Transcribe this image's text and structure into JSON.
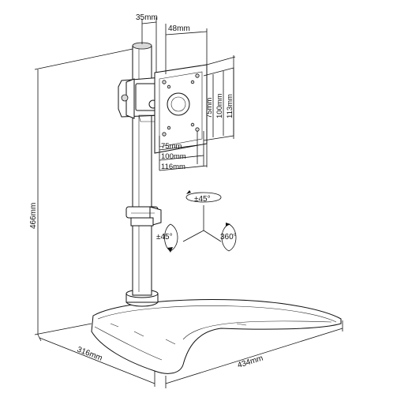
{
  "dimensions": {
    "pole_offset": "35mm",
    "plate_width": "48mm",
    "height": "466mm",
    "base_depth": "316mm",
    "base_width": "434mm"
  },
  "vesa": {
    "horizontal": [
      "75mm",
      "100mm",
      "116mm"
    ],
    "vertical": [
      "75mm",
      "100mm",
      "113mm"
    ]
  },
  "rotation": {
    "tilt": "±45°",
    "swivel": "±45°",
    "rotate": "360°"
  }
}
